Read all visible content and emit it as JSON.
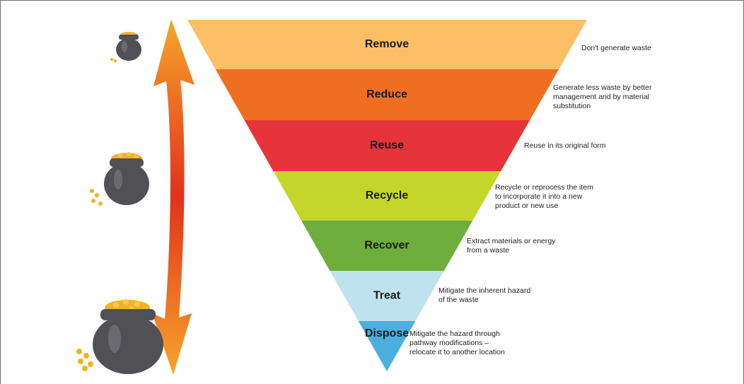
{
  "hierarchy": {
    "tiers": [
      {
        "label": "Remove",
        "color": "#FBBF66",
        "description": [
          "Don't generate waste"
        ]
      },
      {
        "label": "Reduce",
        "color": "#EE6F22",
        "description": [
          "Generate less waste by better",
          "management and by material",
          "substitution"
        ]
      },
      {
        "label": "Reuse",
        "color": "#E7333A",
        "description": [
          "Reuse in its original form"
        ]
      },
      {
        "label": "Recycle",
        "color": "#C5D62A",
        "description": [
          "Recycle or reprocess the item",
          "to incorporate it into a new",
          "product or new use"
        ]
      },
      {
        "label": "Recover",
        "color": "#6DAE3C",
        "description": [
          "Extract materials or energy",
          "from a waste"
        ]
      },
      {
        "label": "Treat",
        "color": "#BFE3EE",
        "description": [
          "Mitigate the inherent hazard",
          "of the waste"
        ]
      },
      {
        "label": "Dispose",
        "color": "#4BAFDF",
        "description": [
          "Mitigate the hazard through",
          "pathway modifications –",
          "relocate it to another location"
        ]
      }
    ]
  },
  "cost_pots": [
    {
      "name": "small",
      "color": "#505055",
      "coin_color": "#F2B323"
    },
    {
      "name": "medium",
      "color": "#505055",
      "coin_color": "#F2B323"
    },
    {
      "name": "large",
      "color": "#505055",
      "coin_color": "#F2B323"
    }
  ],
  "arrow": {
    "gradient": [
      "#F6A52A",
      "#E2311C",
      "#F6A52A"
    ]
  }
}
